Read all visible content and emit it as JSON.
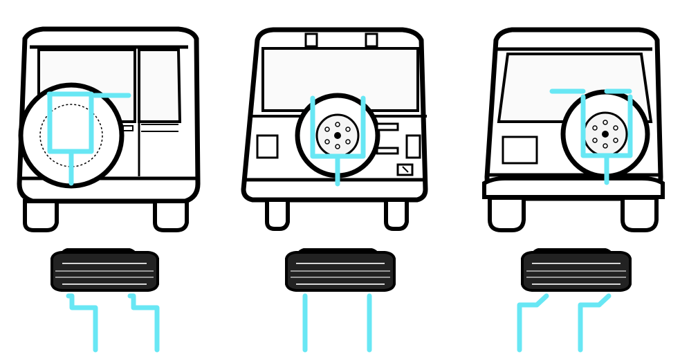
{
  "diagram": {
    "subject": "spare-wheel-carrier-mount-variants",
    "panels": [
      {
        "vehicle": "suv-rear-with-split-doors",
        "mount": "u-bracket-carrier",
        "bracket_style": "upper-arms-angled"
      },
      {
        "vehicle": "offroad-rear-with-tailgate",
        "mount": "u-bracket-carrier",
        "bracket_style": "straight-arms"
      },
      {
        "vehicle": "suv-rear-with-bumper",
        "mount": "u-bracket-carrier",
        "bracket_style": "upper-arms-angled"
      }
    ]
  },
  "colors": {
    "outline": "#000000",
    "body": "#ffffff",
    "accent": "#68e7f4",
    "tire_dark": "#1f1f1f",
    "tire_mid": "#7b7b7b",
    "tire_light": "#d9d9d9",
    "glass": "#f3f3f3"
  }
}
